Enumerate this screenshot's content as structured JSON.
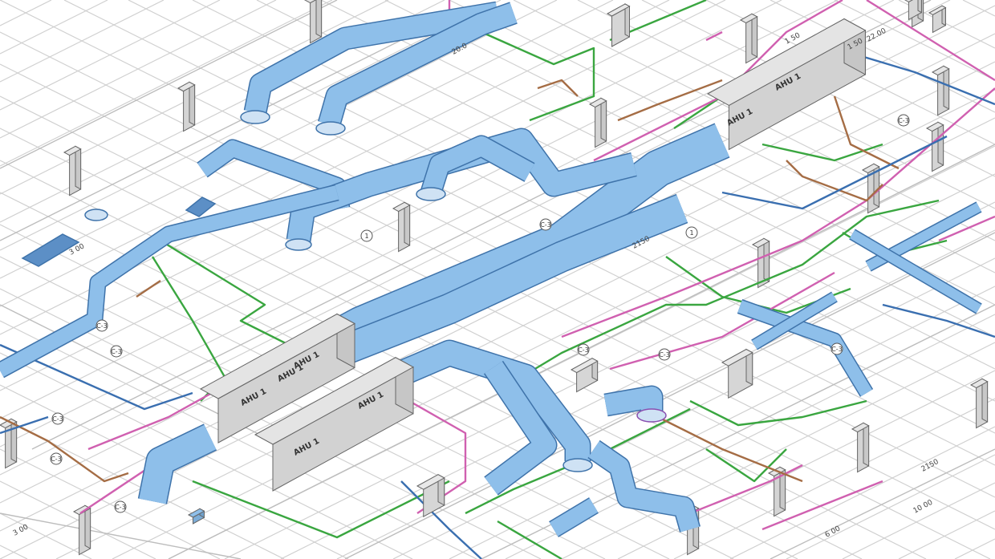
{
  "drawing": {
    "ahu_labels": [
      "AHU 1",
      "AHU 1",
      "AHU 1",
      "AHU 1",
      "AHU 1",
      "AHU 1",
      "AHU 1"
    ],
    "dimensions": [
      "1 50",
      "1 50",
      "22.00",
      "20.0",
      "2150",
      "3 00",
      "3 00",
      "2150",
      "6 00",
      "10 00"
    ],
    "callouts": [
      "1",
      "1",
      "C-3",
      "C-3",
      "C-3",
      "C-3",
      "C-3",
      "C-3",
      "C-3",
      "C-3",
      "C-3",
      "C-3"
    ]
  },
  "colors": {
    "duct": "#8ebfea",
    "duct_outline": "#3f73aa",
    "chilled_water": "#3aa640",
    "condensate": "#d060b0",
    "hot_water": "#a56d45",
    "refrigerant": "#3a6fb0",
    "equipment": "#e2e2e2"
  }
}
